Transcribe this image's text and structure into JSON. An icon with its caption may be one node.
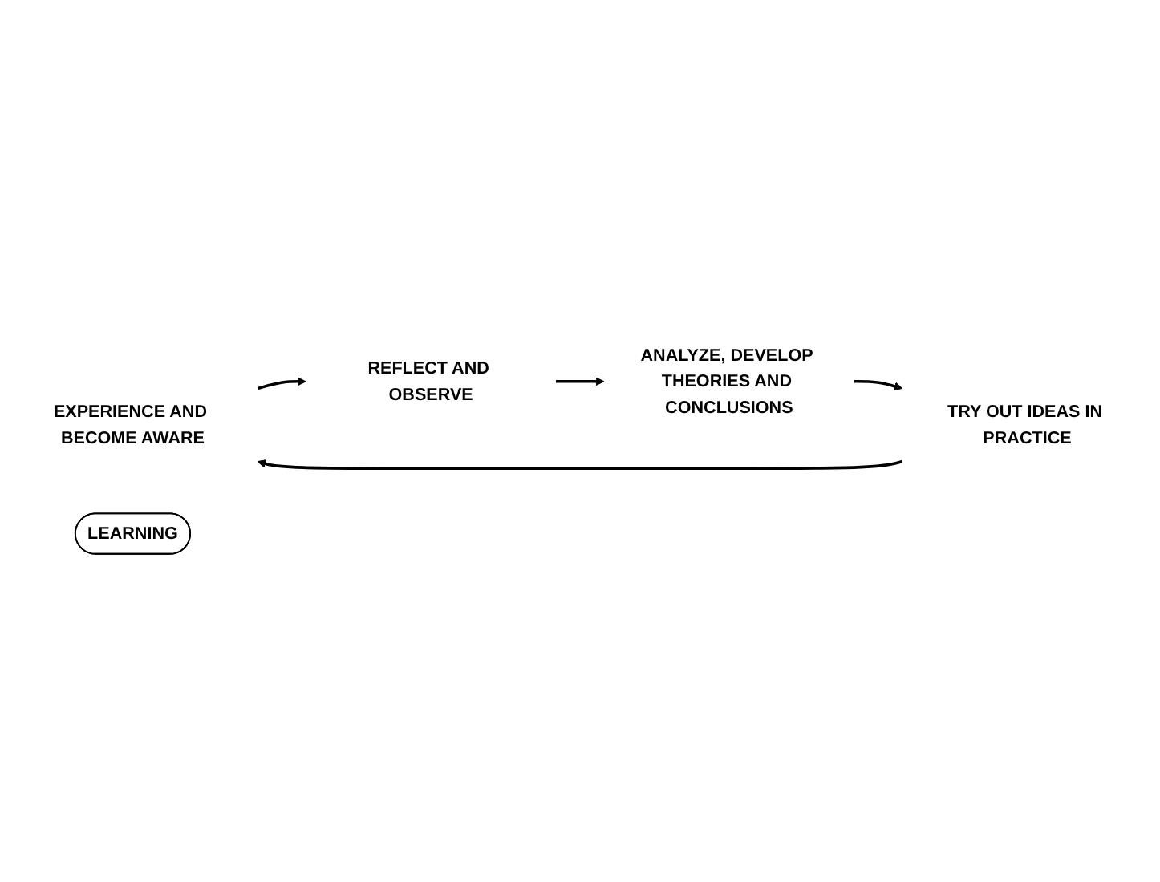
{
  "diagram": {
    "nodes": [
      {
        "text": [
          "EXPERIENCE AND BECOME AWARE"
        ]
      },
      {
        "text": [
          "TRY OUT IDEAS IN PRACTICE"
        ]
      },
      {
        "text": [
          "LEARNING"
        ]
      },
      {
        "text": [
          "REFLECT AND OBSERVE"
        ]
      },
      {
        "text": [
          "ANALYZE, DEVELOP THEORIES AND CONCLUSIONS"
        ]
      }
    ],
    "edges": [
      {
        "from": 0,
        "to": 3,
        "arrow": "to"
      },
      {
        "from": 3,
        "to": 4,
        "arrow": "to"
      },
      {
        "from": 4,
        "to": 1,
        "arrow": "to"
      },
      {
        "from": 1,
        "to": 0,
        "arrow": "to"
      }
    ]
  }
}
